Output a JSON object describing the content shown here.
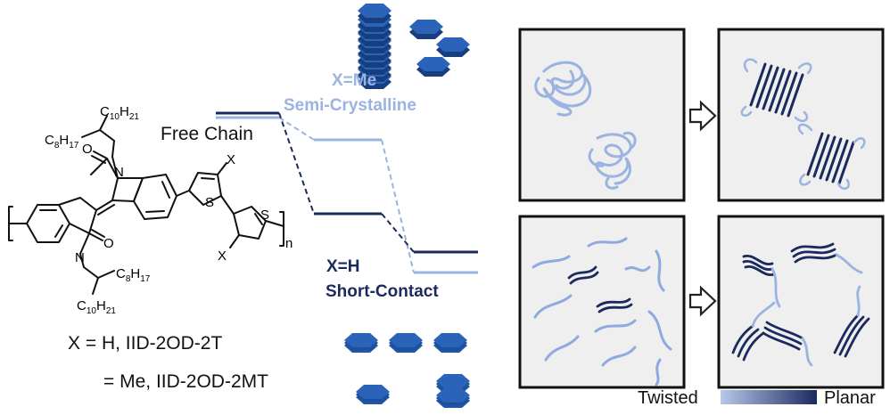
{
  "structure": {
    "subst_top": "X",
    "subst_bottom": "X",
    "ring_atom_top": "S",
    "ring_atom_bottom": "S",
    "repeat": "n",
    "alkyl": {
      "c10": "C",
      "c10_sub": "10",
      "h21": "H",
      "h21_sub": "21",
      "c8": "C",
      "c8_sub": "8",
      "h17": "H",
      "h17_sub": "17"
    },
    "atoms": {
      "o": "O",
      "n": "N"
    },
    "legend_line1": "X = H, IID-2OD-2T",
    "legend_line2": "= Me, IID-2OD-2MT"
  },
  "energy": {
    "free_chain": "Free Chain",
    "me_label": "X=Me",
    "me_desc": "Semi-Crystalline",
    "h_label": "X=H",
    "h_desc": "Short-Contact"
  },
  "scale": {
    "left": "Twisted",
    "right": "Planar"
  },
  "colors": {
    "dark_navy": "#1b2a5e",
    "light_blue": "#9bb3e0",
    "disk_blue": "#1f56a8",
    "panel_bg": "#efefef"
  }
}
